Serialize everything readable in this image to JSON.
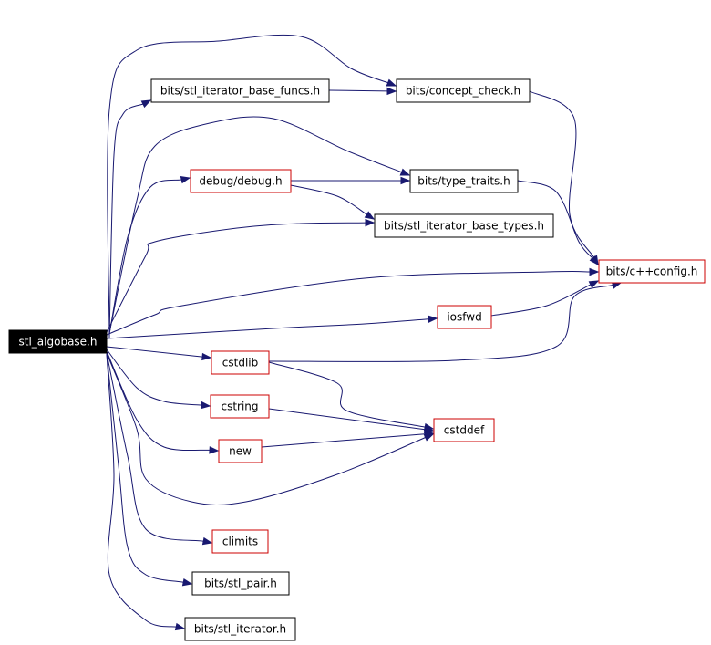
{
  "colors": {
    "edge": "#191970",
    "root_fill": "#000000",
    "root_text": "#ffffff",
    "border_black": "#000000",
    "border_red": "#cc0000",
    "node_fill": "#ffffff",
    "node_text": "#000000"
  },
  "nodes": {
    "stl_algobase": {
      "label": "stl_algobase.h",
      "border": "root"
    },
    "iterator_base_funcs": {
      "label": "bits/stl_iterator_base_funcs.h",
      "border": "black"
    },
    "concept_check": {
      "label": "bits/concept_check.h",
      "border": "black"
    },
    "debug": {
      "label": "debug/debug.h",
      "border": "red"
    },
    "type_traits": {
      "label": "bits/type_traits.h",
      "border": "black"
    },
    "iterator_base_types": {
      "label": "bits/stl_iterator_base_types.h",
      "border": "black"
    },
    "cppconfig": {
      "label": "bits/c++config.h",
      "border": "red"
    },
    "iosfwd": {
      "label": "iosfwd",
      "border": "red"
    },
    "cstdlib": {
      "label": "cstdlib",
      "border": "red"
    },
    "cstring": {
      "label": "cstring",
      "border": "red"
    },
    "cstddef": {
      "label": "cstddef",
      "border": "red"
    },
    "new": {
      "label": "new",
      "border": "red"
    },
    "climits": {
      "label": "climits",
      "border": "red"
    },
    "stl_pair": {
      "label": "bits/stl_pair.h",
      "border": "black"
    },
    "stl_iterator": {
      "label": "bits/stl_iterator.h",
      "border": "black"
    }
  },
  "edges": [
    {
      "from": "stl_algobase",
      "to": "iterator_base_funcs"
    },
    {
      "from": "stl_algobase",
      "to": "concept_check"
    },
    {
      "from": "stl_algobase",
      "to": "debug"
    },
    {
      "from": "stl_algobase",
      "to": "type_traits"
    },
    {
      "from": "stl_algobase",
      "to": "iterator_base_types"
    },
    {
      "from": "stl_algobase",
      "to": "cppconfig"
    },
    {
      "from": "stl_algobase",
      "to": "iosfwd"
    },
    {
      "from": "stl_algobase",
      "to": "cstdlib"
    },
    {
      "from": "stl_algobase",
      "to": "cstring"
    },
    {
      "from": "stl_algobase",
      "to": "new"
    },
    {
      "from": "stl_algobase",
      "to": "cstddef"
    },
    {
      "from": "stl_algobase",
      "to": "climits"
    },
    {
      "from": "stl_algobase",
      "to": "stl_pair"
    },
    {
      "from": "stl_algobase",
      "to": "stl_iterator"
    },
    {
      "from": "iterator_base_funcs",
      "to": "concept_check"
    },
    {
      "from": "concept_check",
      "to": "cppconfig"
    },
    {
      "from": "debug",
      "to": "type_traits"
    },
    {
      "from": "debug",
      "to": "iterator_base_types"
    },
    {
      "from": "type_traits",
      "to": "cppconfig"
    },
    {
      "from": "iosfwd",
      "to": "cppconfig"
    },
    {
      "from": "cstdlib",
      "to": "cppconfig"
    },
    {
      "from": "cstdlib",
      "to": "cstddef"
    },
    {
      "from": "cstring",
      "to": "cstddef"
    },
    {
      "from": "new",
      "to": "cstddef"
    }
  ]
}
